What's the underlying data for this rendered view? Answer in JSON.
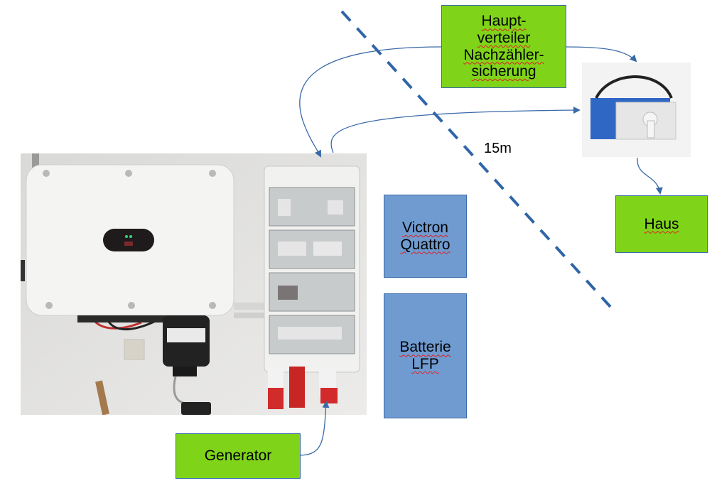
{
  "diagram": {
    "nodes": {
      "hauptverteiler": {
        "lines": [
          "Haupt-",
          "verteiler",
          "Nachzähler-",
          "sicherung"
        ],
        "color": "#7fd41a"
      },
      "victron": {
        "lines": [
          "Victron",
          "Quattro"
        ],
        "color": "#6f9bd0"
      },
      "batterie": {
        "lines": [
          "Batterie",
          "LFP"
        ],
        "color": "#6f9bd0"
      },
      "haus": {
        "lines": [
          "Haus"
        ],
        "color": "#7fd41a"
      },
      "generator": {
        "lines": [
          "Generator"
        ],
        "color": "#7fd41a"
      }
    },
    "distance_label": "15m",
    "photos": {
      "installation": "photo of Huawei inverter, smart meter and distribution cabinet with CEE sockets",
      "switch": "photo of blue changeover switch with grey rotary handle"
    },
    "connections": [
      {
        "from": "hauptverteiler",
        "to": "cabinet-top-left"
      },
      {
        "from": "hauptverteiler",
        "to": "changeover-switch"
      },
      {
        "from": "cabinet-top-right",
        "to": "changeover-switch"
      },
      {
        "from": "changeover-switch",
        "to": "haus"
      },
      {
        "from": "generator",
        "to": "cabinet-cee-socket"
      }
    ],
    "line_color": "#3a6aa8",
    "dash_color": "#2f65a8"
  }
}
